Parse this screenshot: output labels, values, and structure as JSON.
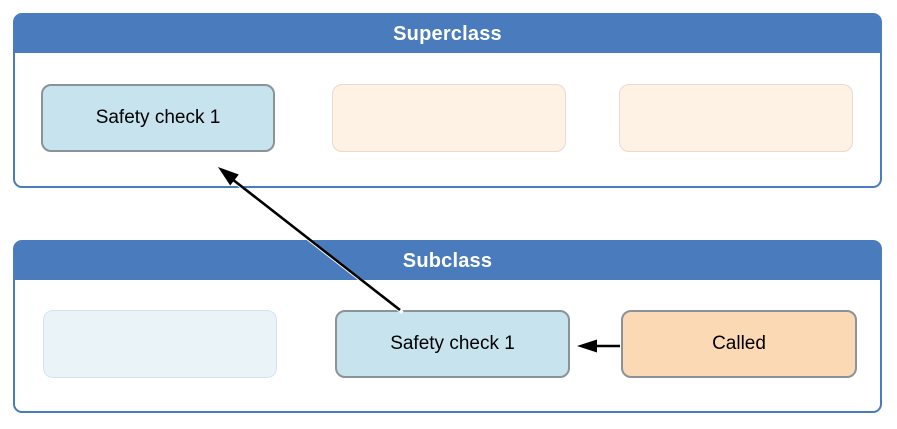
{
  "diagram": {
    "superclass": {
      "title": "Superclass",
      "boxes": [
        {
          "label": "Safety check 1",
          "style": "highlighted-blue"
        },
        {
          "label": "",
          "style": "placeholder-cream"
        },
        {
          "label": "",
          "style": "placeholder-cream"
        }
      ]
    },
    "subclass": {
      "title": "Subclass",
      "boxes": [
        {
          "label": "",
          "style": "placeholder-pale-blue"
        },
        {
          "label": "Safety check 1",
          "style": "highlighted-blue"
        },
        {
          "label": "Called",
          "style": "highlighted-orange"
        }
      ]
    },
    "arrows": [
      {
        "id": "subclass-safety-check-to-superclass-safety-check",
        "from": "subclass-safety-check-1-box",
        "to": "superclass-safety-check-1-box",
        "direction": "diagonal-up-left"
      },
      {
        "id": "called-to-subclass-safety-check",
        "from": "called-box",
        "to": "subclass-safety-check-1-box",
        "direction": "horizontal-left"
      }
    ],
    "colors": {
      "header_blue": "#4a7cbd",
      "header_text": "#ffffff",
      "label_text": "#000000",
      "safety_check_fill": "#c6e3ee",
      "safety_check_border": "#8b9298",
      "placeholder_cream_fill": "#fdf2e4",
      "placeholder_cream_border": "#e7dbd1",
      "placeholder_blue_fill": "#eaf3f8",
      "placeholder_blue_border": "#d8e3e8",
      "called_fill": "#fbd9b4",
      "called_border": "#8b9298",
      "arrow": "#000000"
    }
  }
}
